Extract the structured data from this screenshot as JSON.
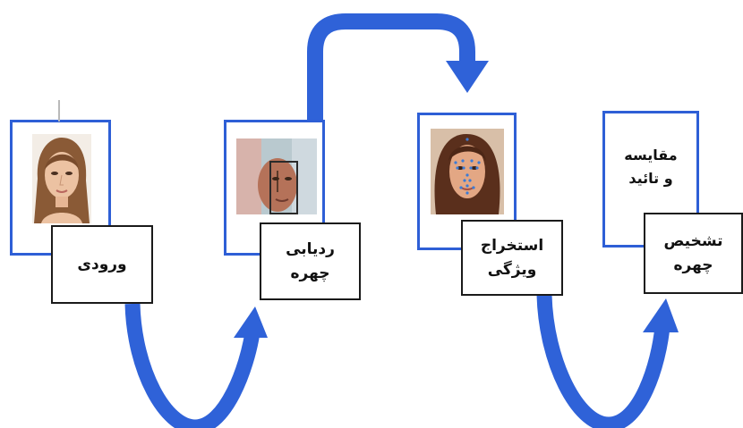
{
  "steps": [
    {
      "id": "input",
      "label": "ورودی"
    },
    {
      "id": "face-tracking",
      "label": "ردیابی\nچهره"
    },
    {
      "id": "feature-extraction",
      "label": "استخراج\nویژگی"
    },
    {
      "id": "compare-verify",
      "label": "مقایسه\nو تائید"
    },
    {
      "id": "face-recognition",
      "label": "تشخیص\nچهره"
    }
  ],
  "colors": {
    "arrow": "#2f62d8",
    "frame_border": "#2e5fd6",
    "label_border": "#1a1a1a"
  }
}
